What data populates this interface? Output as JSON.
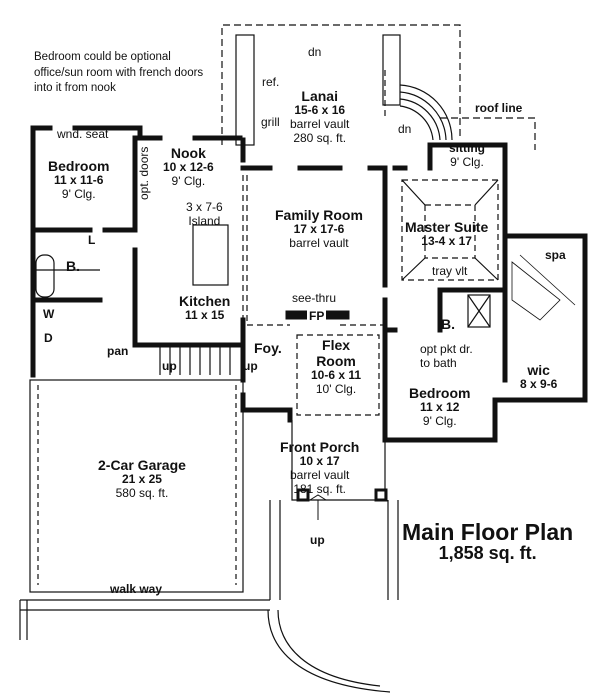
{
  "note": "Bedroom could be optional office/sun room with french doors into it from nook",
  "title": {
    "main": "Main Floor Plan",
    "area": "1,858 sq. ft."
  },
  "rooms": {
    "lanai": {
      "name": "Lanai",
      "size": "15-6 x 16",
      "detail": "barrel vault",
      "area": "280 sq. ft."
    },
    "bedroom_left": {
      "name": "Bedroom",
      "size": "11 x 11-6",
      "detail": "9' Clg."
    },
    "nook": {
      "name": "Nook",
      "size": "10 x 12-6",
      "detail": "9' Clg."
    },
    "island": {
      "size": "3 x 7-6",
      "name": "Island"
    },
    "kitchen": {
      "name": "Kitchen",
      "size": "11 x 15"
    },
    "family": {
      "name": "Family Room",
      "size": "17 x 17-6",
      "detail": "barrel vault"
    },
    "master": {
      "name": "Master Suite",
      "size": "13-4 x 17",
      "detail": "tray vlt"
    },
    "sitting": {
      "name": "sitting",
      "detail": "9' Clg."
    },
    "flex": {
      "name1": "Flex",
      "name2": "Room",
      "size": "10-6 x 11",
      "detail": "10' Clg."
    },
    "bedroom_right": {
      "name": "Bedroom",
      "size": "11 x 12",
      "detail": "9' Clg."
    },
    "wic": {
      "name": "wic",
      "size": "8 x 9-6"
    },
    "garage": {
      "name": "2-Car Garage",
      "size": "21 x 25",
      "area": "580 sq. ft."
    },
    "porch": {
      "name": "Front Porch",
      "size": "10 x 17",
      "detail": "barrel vault",
      "area": "181 sq. ft."
    }
  },
  "labels": {
    "dn_top": "dn",
    "dn_stair": "dn",
    "ref": "ref.",
    "grill": "grill",
    "roof_line": "roof line",
    "wnd_seat": "wnd. seat",
    "opt_doors": "opt. doors",
    "linen": "L",
    "bath_left": "B.",
    "washer": "W",
    "dryer": "D",
    "pantry": "pan",
    "see_thru": "see-thru",
    "fireplace": "FP",
    "foyer": "Foy.",
    "up_foyer": "up",
    "up_stair": "up",
    "spa": "spa",
    "bath_right": "B.",
    "opt_pkt": "opt pkt dr.",
    "to_bath": "to bath",
    "up_porch": "up",
    "walk_way": "walk way"
  }
}
